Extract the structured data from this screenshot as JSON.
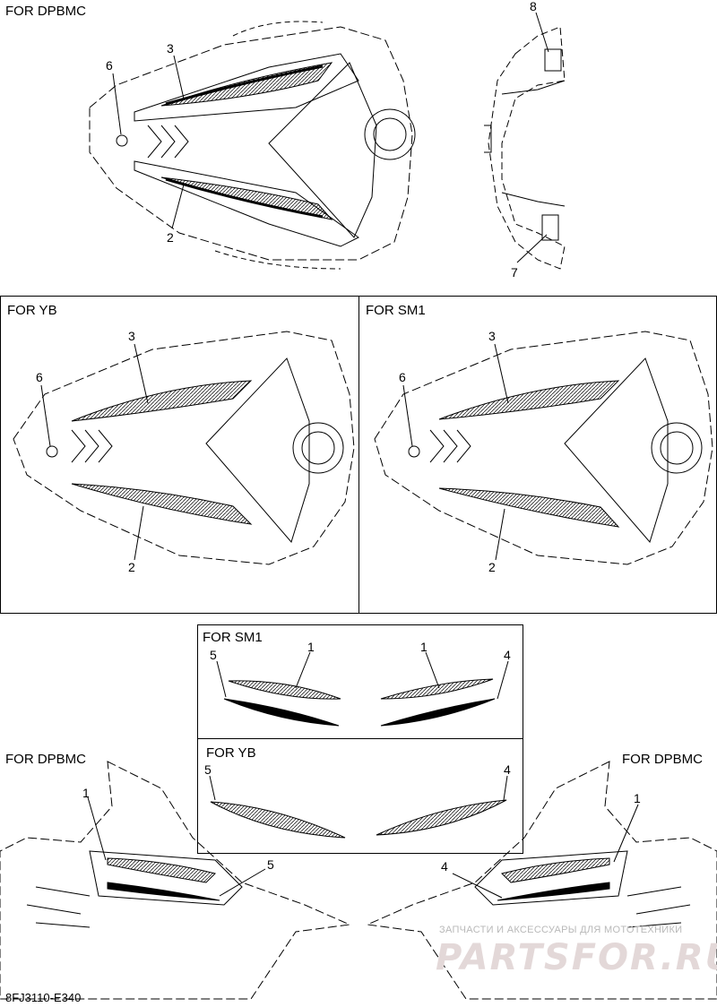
{
  "sections": {
    "top_left": "FOR DPBMC",
    "mid_left": "FOR YB",
    "mid_right": "FOR SM1",
    "inset_top": "FOR SM1",
    "inset_bottom": "FOR YB",
    "bottom_left": "FOR DPBMC",
    "bottom_right": "FOR DPBMC"
  },
  "callouts": {
    "c1": "1",
    "c2": "2",
    "c3": "3",
    "c4": "4",
    "c5": "5",
    "c6": "6",
    "c7": "7",
    "c8": "8"
  },
  "diagram_code": "8FJ3110-E340",
  "watermark": {
    "tagline": "ЗАПЧАСТИ И АКСЕССУАРЫ ДЛЯ МОТОТЕХНИКИ",
    "logo": "PARTSFOR.RU"
  }
}
